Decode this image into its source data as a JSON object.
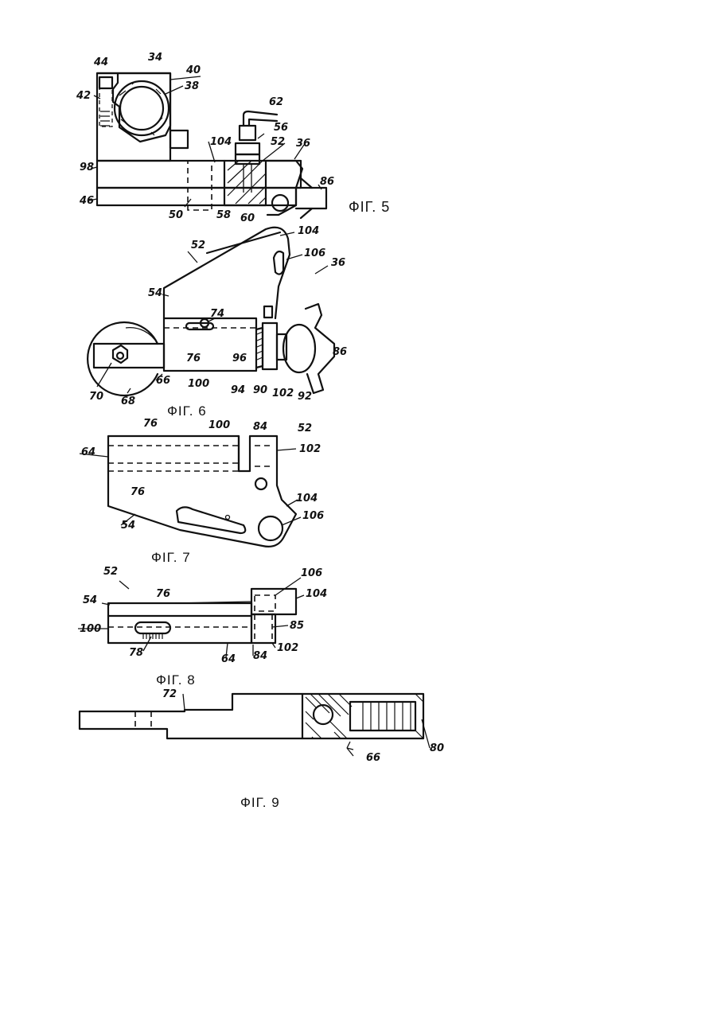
{
  "figures": [
    {
      "caption": "ФIГ. 5",
      "refs": [
        "34",
        "40",
        "44",
        "42",
        "38",
        "62",
        "56",
        "52",
        "36",
        "104",
        "98",
        "86",
        "46",
        "50",
        "58",
        "60"
      ]
    },
    {
      "caption": "ФIГ. 6",
      "refs": [
        "104",
        "52",
        "106",
        "36",
        "54",
        "74",
        "76",
        "96",
        "86",
        "100",
        "94",
        "90",
        "102",
        "92",
        "70",
        "68",
        "66"
      ]
    },
    {
      "caption": "ФIГ. 7",
      "refs": [
        "76",
        "100",
        "84",
        "52",
        "102",
        "64",
        "76",
        "104",
        "106",
        "54"
      ]
    },
    {
      "caption": "ФIГ. 8",
      "refs": [
        "52",
        "106",
        "54",
        "76",
        "104",
        "100",
        "85",
        "78",
        "64",
        "84",
        "102"
      ]
    },
    {
      "caption": "ФIГ. 9",
      "refs": [
        "72",
        "80",
        "66"
      ]
    }
  ]
}
